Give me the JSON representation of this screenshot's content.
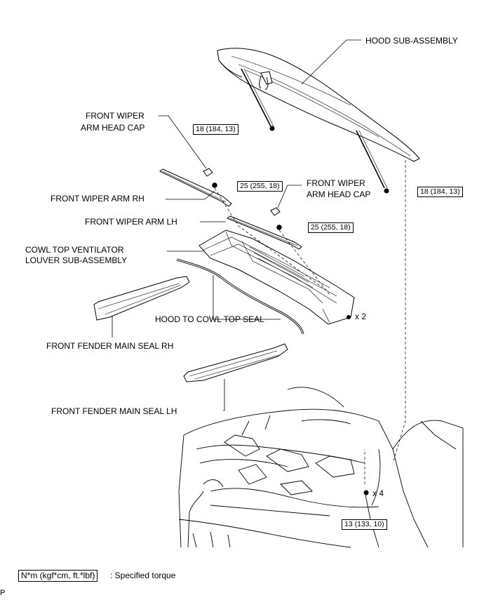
{
  "callouts": {
    "hood_sub_assembly": "HOOD SUB-ASSEMBLY",
    "front_wiper_arm_head_cap_rh_1": "FRONT WIPER",
    "front_wiper_arm_head_cap_rh_2": "ARM HEAD CAP",
    "front_wiper_arm_head_cap_lh_1": "FRONT WIPER",
    "front_wiper_arm_head_cap_lh_2": "ARM HEAD CAP",
    "front_wiper_arm_rh": "FRONT WIPER ARM RH",
    "front_wiper_arm_lh": "FRONT WIPER ARM LH",
    "cowl_top_1": "COWL TOP VENTILATOR",
    "cowl_top_2": "LOUVER SUB-ASSEMBLY",
    "hood_to_cowl_top_seal": "HOOD TO COWL TOP SEAL",
    "front_fender_main_seal_rh": "FRONT FENDER MAIN SEAL RH",
    "front_fender_main_seal_lh": "FRONT FENDER MAIN SEAL LH"
  },
  "torques": {
    "hood_stay_left": "18 (184, 13)",
    "hood_stay_right": "18 (184, 13)",
    "wiper_nut_rh": "25 (255, 18)",
    "wiper_nut_lh": "25 (255, 18)",
    "hinge_bolt": "13 (133, 10)"
  },
  "quantities": {
    "cowl_clips": "x 2",
    "hinge_bolts": "x 4"
  },
  "legend": {
    "unit_box": "N*m (kgf*cm, ft.*lbf)",
    "description": ": Specified torque"
  },
  "corner_mark": "P",
  "icons": [
    "hood-panel-drawing",
    "wiper-arm-drawing",
    "cowl-louver-drawing",
    "seal-drawing",
    "vehicle-engine-bay-drawing",
    "nut-icon",
    "bolt-icon",
    "clip-icon",
    "head-cap-icon"
  ]
}
